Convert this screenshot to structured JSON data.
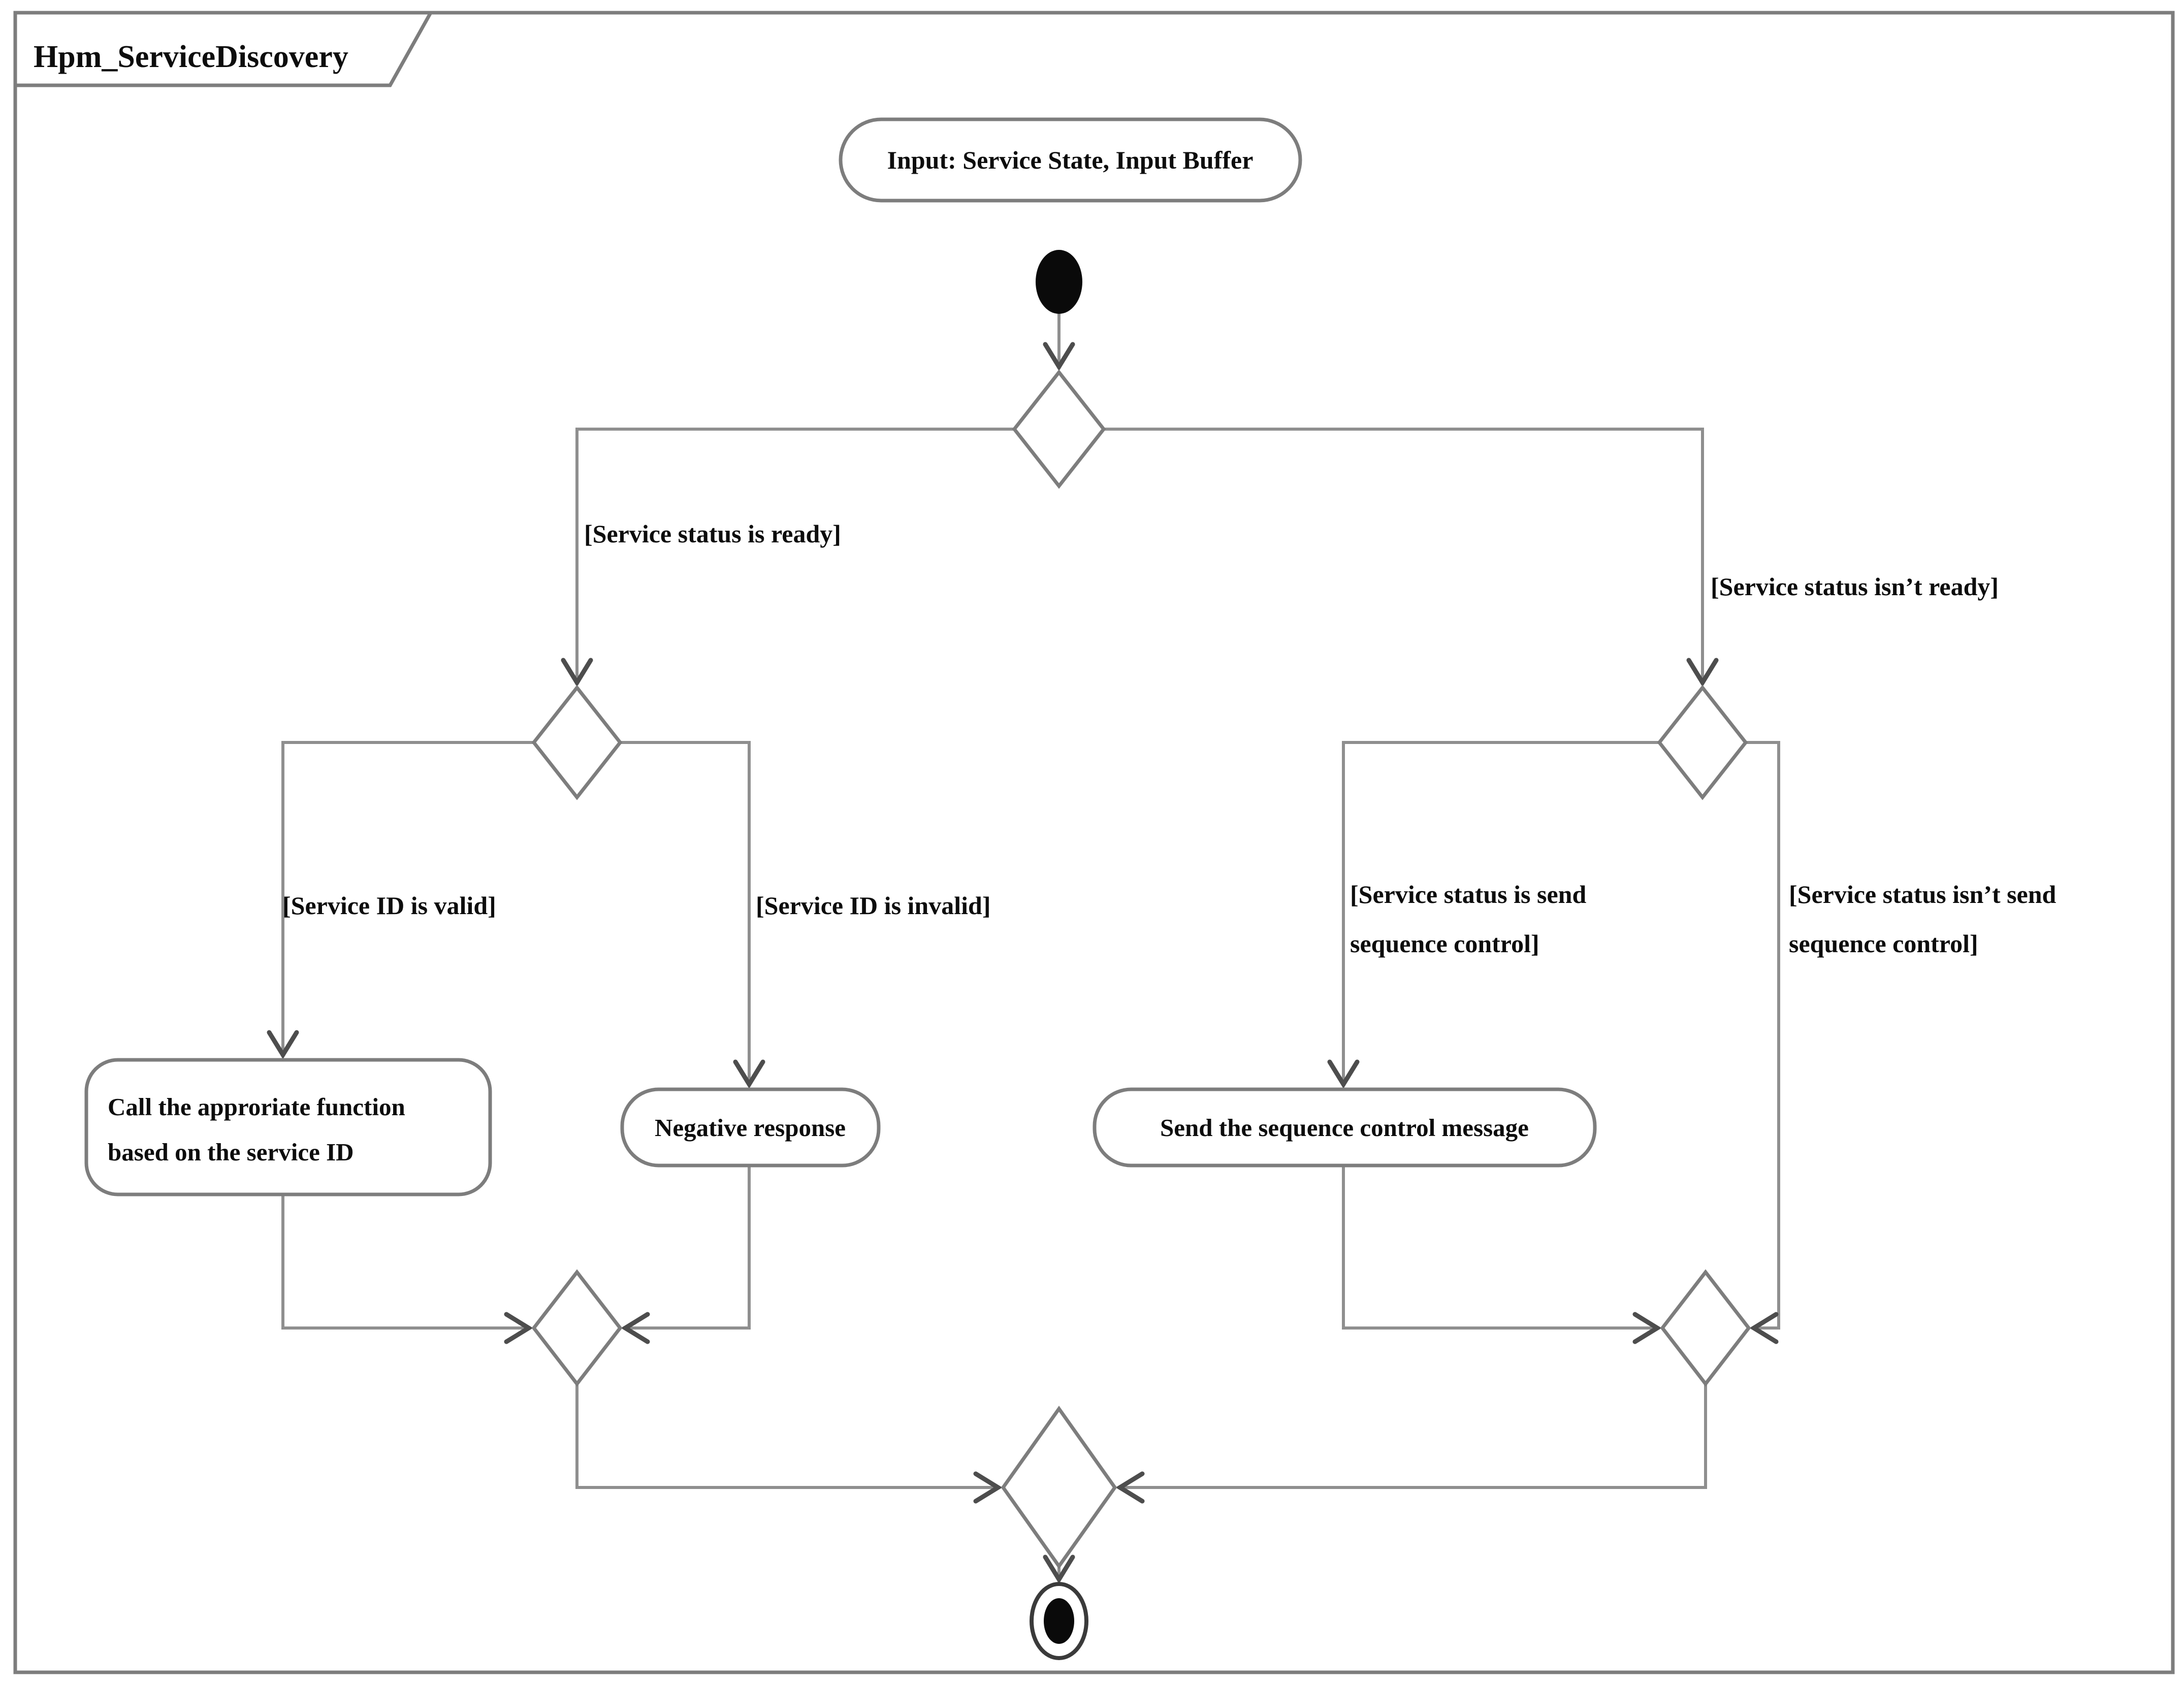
{
  "diagram": {
    "title": "Hpm_ServiceDiscovery",
    "nodes": {
      "input_label": "Input: Service State, Input Buffer",
      "call_line1": "Call the approriate function",
      "call_line2": "based on the service ID",
      "negative_label": "Negative response",
      "send_label": "Send the sequence control message"
    },
    "guards": {
      "ready": "[Service status is ready]",
      "not_ready": "[Service status isn’t ready]",
      "id_valid": "[Service ID is valid]",
      "id_invalid": "[Service ID is invalid]",
      "send_seq_1": "[Service status is send",
      "send_seq_2": "sequence control]",
      "not_send_seq_1": "[Service status isn’t send",
      "not_send_seq_2": "sequence control]"
    },
    "colors": {
      "edge": "#8f8f8f",
      "node_border": "#7d7d7d",
      "arrow": "#4d4d4d",
      "text": "#0d0d0d",
      "background": "#ffffff"
    }
  }
}
